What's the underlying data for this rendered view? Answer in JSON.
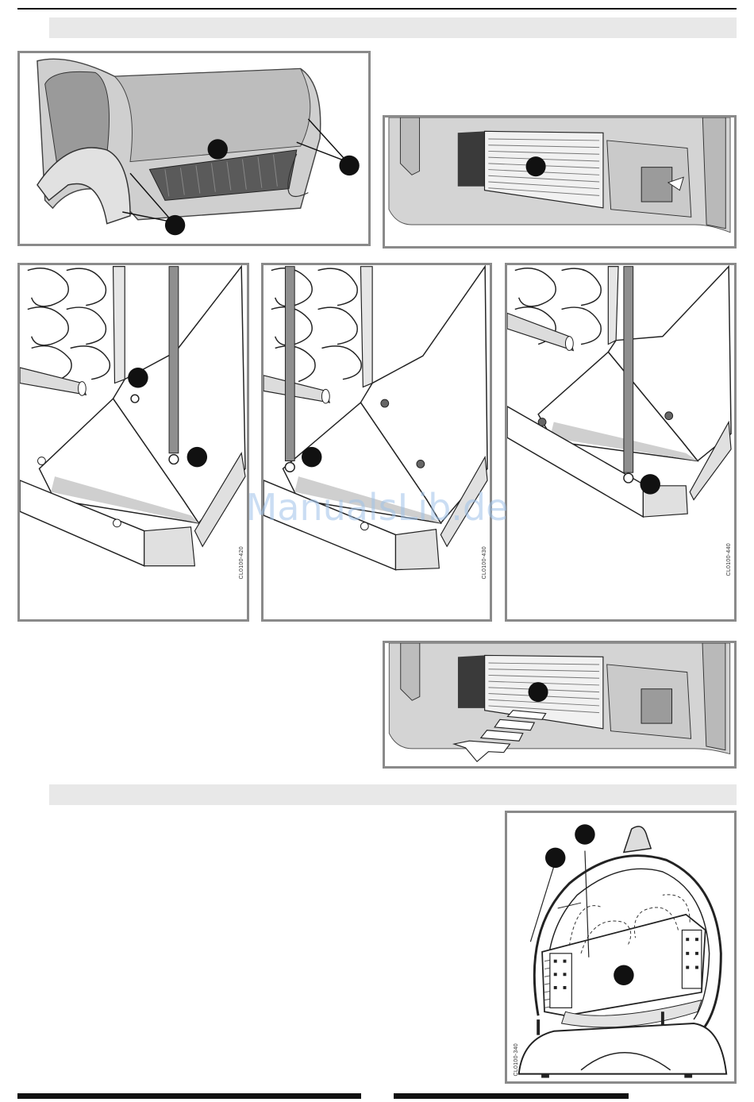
{
  "figures": {
    "panel_a": {
      "code": "CL0100-420"
    },
    "panel_b": {
      "code": "CL0100-430"
    },
    "panel_c": {
      "code": "CL0100-440"
    },
    "airflow": {
      "code": "CL0100-340"
    }
  },
  "watermark": "ManualsLib.de",
  "colors": {
    "frame": "#8a8a8a",
    "band": "#e8e8e8",
    "callout": "#111111"
  }
}
